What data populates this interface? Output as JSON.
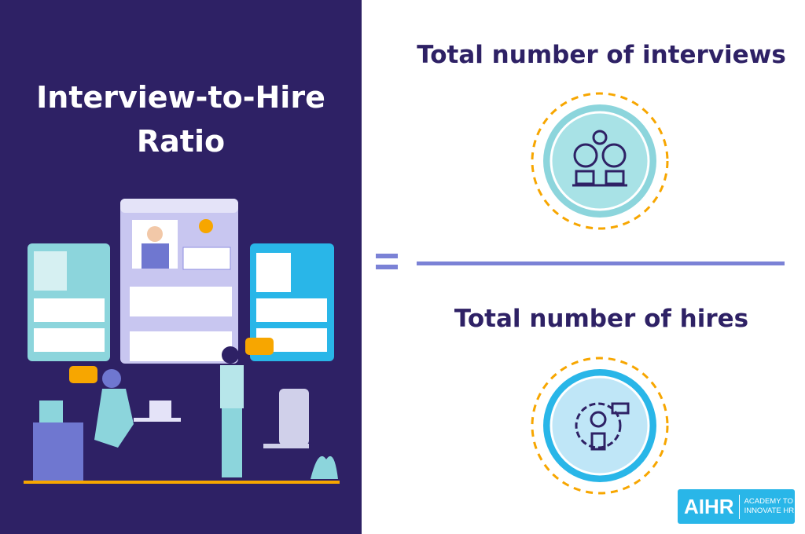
{
  "left": {
    "title_line1": "Interview-to-Hire",
    "title_line2": "Ratio"
  },
  "formula": {
    "numerator": "Total number of interviews",
    "denominator": "Total number of hires",
    "equals": "="
  },
  "logo": {
    "mark": "AIHR",
    "tagline_line1": "ACADEMY TO",
    "tagline_line2": "INNOVATE HR"
  },
  "colors": {
    "navy": "#2e2165",
    "accent": "#7b82d6",
    "teal": "#8cd5dc",
    "blue": "#29b6e8",
    "orange": "#f7a600"
  }
}
